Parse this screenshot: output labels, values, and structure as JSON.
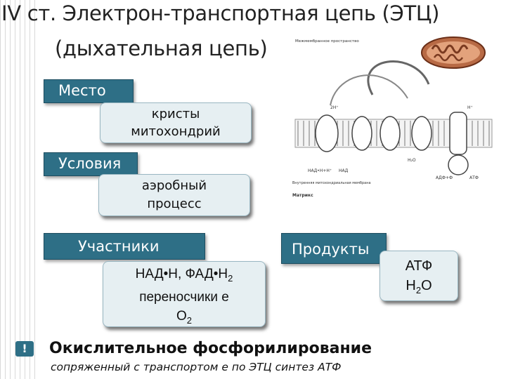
{
  "title": {
    "line1": "IV ст. Электрон-транспортная цепь (ЭТЦ)",
    "line2": "(дыхательная цепь)"
  },
  "place": {
    "label": "Место",
    "value_lines": [
      "кристы",
      "митохондрий"
    ]
  },
  "conditions": {
    "label": "Условия",
    "value_lines": [
      "аэробный",
      "процесс"
    ]
  },
  "participants": {
    "label": "Участники",
    "line1": "НАД•Н, ФАД•Н",
    "line1_sub": "2",
    "line2": "переносчики е",
    "line3": "О",
    "line3_sub": "2"
  },
  "products": {
    "label": "Продукты",
    "line1": "АТФ",
    "line2": "Н",
    "line2_sub": "2",
    "line2_end": "О"
  },
  "footer": {
    "mark": "!",
    "title": "Окислительное фосфорилирование",
    "subtitle": "сопряженный с транспортом е по ЭТЦ синтез АТФ"
  },
  "diagram": {
    "label_top": "Межмембранное пространство",
    "label_inner": "Внутренняя митохондриальная мембрана",
    "label_matrix": "Матрикс",
    "labels": [
      "НАД•Н+Н⁺",
      "НАД",
      "АДФ+Ф",
      "АТФ",
      "Н₂О",
      "2Н⁺",
      "Н⁺"
    ]
  },
  "colors": {
    "dark_box": "#2e6f86",
    "light_box": "#e6eff2",
    "mitochondrion": "#a35a3a"
  }
}
